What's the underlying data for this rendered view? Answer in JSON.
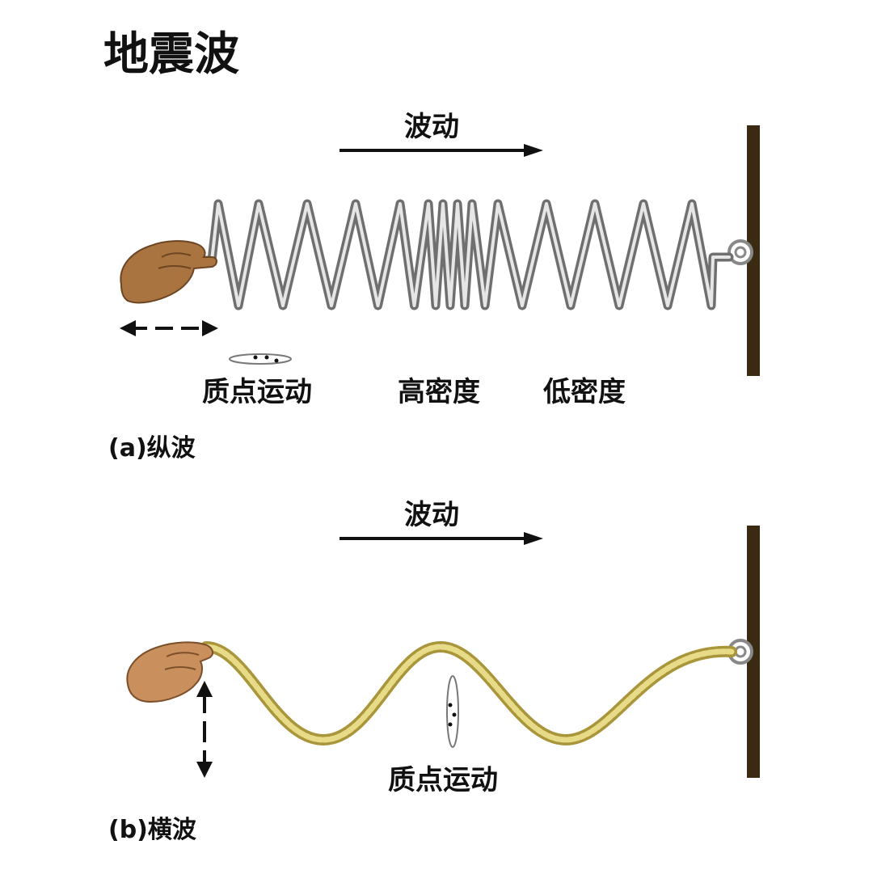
{
  "title": "地震波",
  "panel_a": {
    "wave_direction_label": "波动",
    "particle_motion_label": "质点运动",
    "high_density_label": "高密度",
    "low_density_label": "低密度",
    "caption": "(a)纵波"
  },
  "panel_b": {
    "wave_direction_label": "波动",
    "particle_motion_label": "质点运动",
    "caption": "(b)横波"
  },
  "colors": {
    "spring": "#9a9a9a",
    "rope": "#d8c560",
    "wall": "#3a2a12",
    "hand": "#a9743f",
    "arrow": "#111111"
  }
}
